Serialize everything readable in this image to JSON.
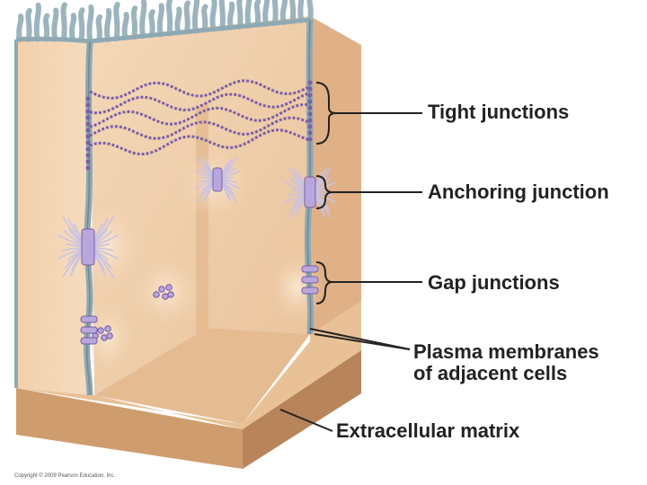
{
  "labels": {
    "tight": "Tight junctions",
    "anchoring": "Anchoring junction",
    "gap": "Gap junctions",
    "plasma_line1": "Plasma membranes",
    "plasma_line2": "of adjacent cells",
    "ecm": "Extracellular matrix"
  },
  "copyright": "Copyright © 2009 Pearson Education, Inc.",
  "colors": {
    "cell": "#f2d1ad",
    "cell_dark": "#e7bd93",
    "cell_side": "#d9a97a",
    "membrane": "#8fa9b3",
    "membrane_dark": "#6d8a96",
    "microvilli": "#9cb4bd",
    "junction": "#7b5fa6",
    "junction_light": "#b8a7dc",
    "ecm_top": "#e8c196",
    "ecm_front": "#cf9d6d",
    "ecm_side": "#b8845a",
    "line": "#222222"
  }
}
